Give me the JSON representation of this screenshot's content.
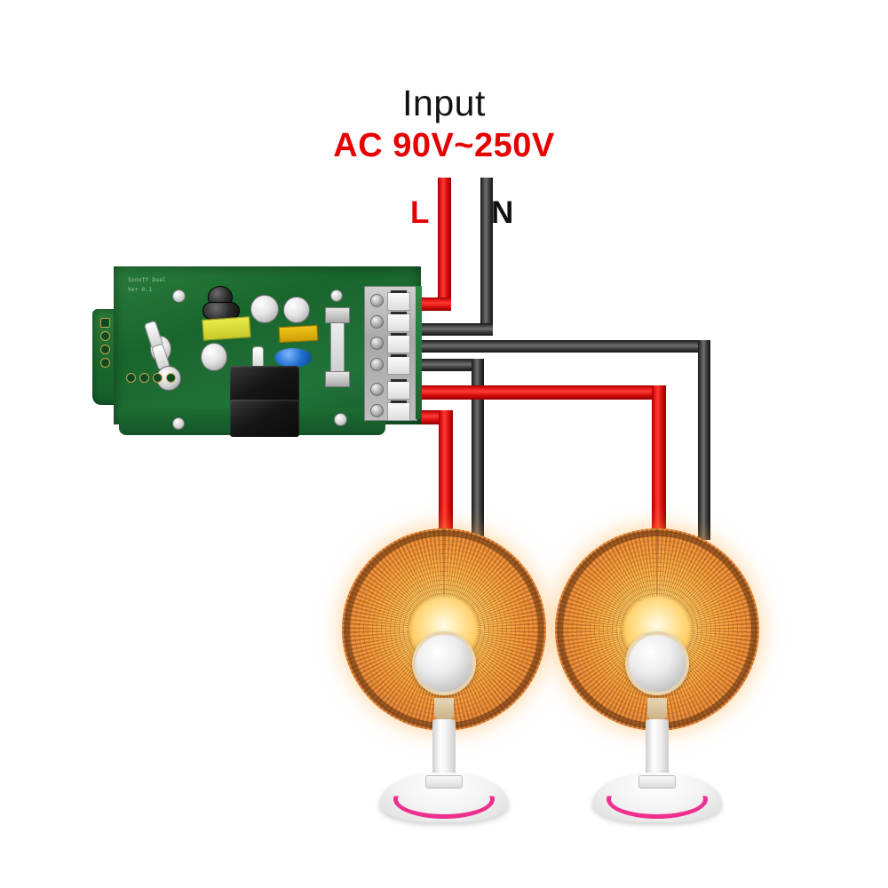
{
  "diagram": {
    "title_text": "Input",
    "voltage_text": "AC 90V~250V",
    "live_label": "L",
    "neutral_label": "N",
    "accent_red": "#e60000",
    "wire_red": "#e41b1b",
    "wire_black": "#3a3a3a",
    "pcb_green": "#1f6b33",
    "heater_glow": "#ffb347",
    "base_pink": "#ef2f8f"
  },
  "pcb": {
    "name": "smart-switch-pcb",
    "silkscreen": [
      {
        "text": "Sonoff Dual"
      },
      {
        "text": "Ver 0.1"
      }
    ],
    "terminal_block": {
      "name": "screw-terminal-block",
      "terminals": [
        {
          "index": 1,
          "wire_color": "red",
          "role": "L-in"
        },
        {
          "index": 2,
          "wire_color": "black",
          "role": "N-in"
        },
        {
          "index": 3,
          "wire_color": "black",
          "role": "N-out-2"
        },
        {
          "index": 4,
          "wire_color": "black",
          "role": "N-out-1"
        },
        {
          "index": 5,
          "wire_color": "red",
          "role": "L-out-2"
        },
        {
          "index": 6,
          "wire_color": "red",
          "role": "L-out-1"
        }
      ]
    }
  },
  "wires": [
    {
      "id": "live-in",
      "color": "red",
      "label": "L"
    },
    {
      "id": "neutral-in",
      "color": "black",
      "label": "N"
    },
    {
      "id": "neutral-out-2",
      "color": "black",
      "label": ""
    },
    {
      "id": "neutral-out-1",
      "color": "black",
      "label": ""
    },
    {
      "id": "live-out-2",
      "color": "red",
      "label": ""
    },
    {
      "id": "live-out-1",
      "color": "red",
      "label": ""
    }
  ],
  "loads": [
    {
      "id": "heater-1",
      "name": "halogen-heater-left",
      "label": ""
    },
    {
      "id": "heater-2",
      "name": "halogen-heater-right",
      "label": ""
    }
  ]
}
